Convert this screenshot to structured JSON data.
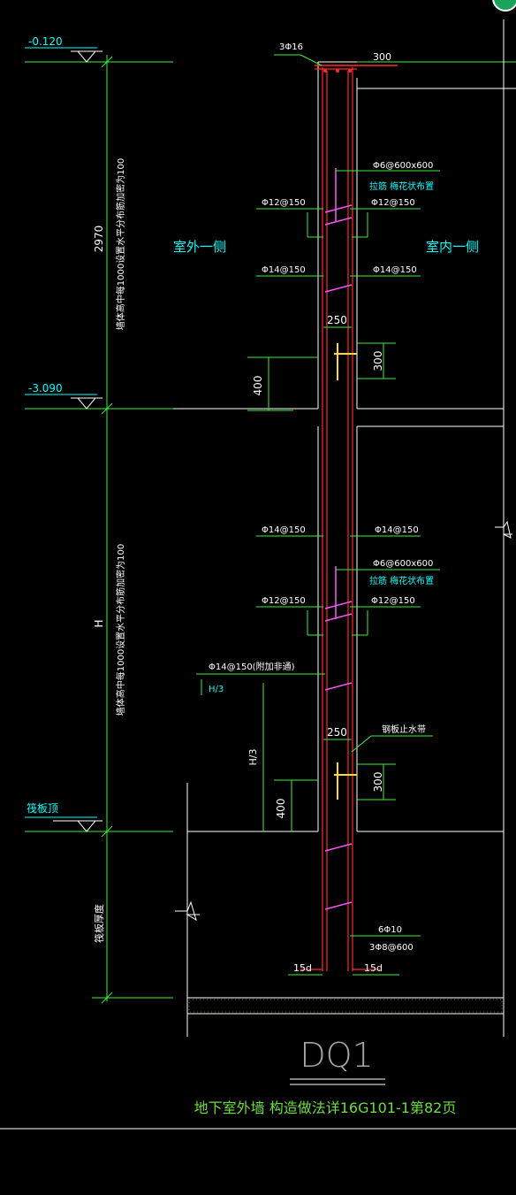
{
  "drawing_id": "DQ1",
  "caption": "地下室外墙 构造做法详16G101-1第82页",
  "levels": {
    "top": "-0.120",
    "mid": "-3.090",
    "raft_top": "筏板顶"
  },
  "dimensions": {
    "upper_height": "2970",
    "lower_height": "H",
    "raft_thickness": "筏板厚度",
    "wall_thickness": "300",
    "waterstop_width_upper": "250",
    "waterstop_width_lower": "250",
    "waterstop_depth_400_upper": "400",
    "waterstop_depth_300_upper": "300",
    "waterstop_depth_400_lower": "400",
    "waterstop_depth_300_lower": "300",
    "h3_label": "H/3",
    "h3_small": "H/3",
    "anchor_left": "15d",
    "anchor_right": "15d"
  },
  "notes": {
    "upper_note": "墙体高中每1000设置水平分布筋加密为100",
    "lower_note": "墙体高中每1000设置水平分布筋加密为100"
  },
  "sides": {
    "outside": "室外一侧",
    "inside": "室内一侧"
  },
  "rebar": {
    "top_bars": "3Φ16",
    "tie_upper": "Φ6@600x600",
    "tie_upper_note": "拉筋 梅花状布置",
    "h12_left_upper": "Φ12@150",
    "h12_right_upper": "Φ12@150",
    "v14_left_upper": "Φ14@150",
    "v14_right_upper": "Φ14@150",
    "v14_left_lower": "Φ14@150",
    "v14_right_lower": "Φ14@150",
    "tie_lower": "Φ6@600x600",
    "tie_lower_note": "拉筋 梅花状布置",
    "h12_left_lower": "Φ12@150",
    "h12_right_lower": "Φ12@150",
    "add_bar": "Φ14@150(附加非通)",
    "steel_waterstop": "钢板止水带",
    "bottom_bars": "6Φ10",
    "bottom_ties": "3Φ8@600"
  },
  "colors": {
    "background": "#000000",
    "wall_line": "#ff2a2a",
    "dimension": "#3df03d",
    "slab": "#ffffff",
    "label_cyan": "#00ffff",
    "rebar_magenta": "#ff55ff",
    "waterstop": "#ffd92a",
    "title": "#a5a5a5",
    "caption": "#6adf3a"
  }
}
